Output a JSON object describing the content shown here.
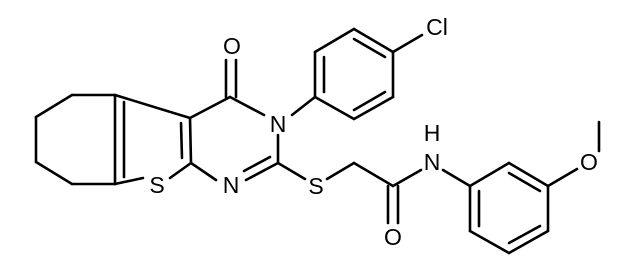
{
  "atoms": {
    "cl": "Cl",
    "o_ketone": "O",
    "n3": "N",
    "n_ring": "N",
    "s_thiophene": "S",
    "s_thioether": "S",
    "nh": "N",
    "h": "H",
    "o_amide": "O",
    "o_methoxy": "O"
  }
}
